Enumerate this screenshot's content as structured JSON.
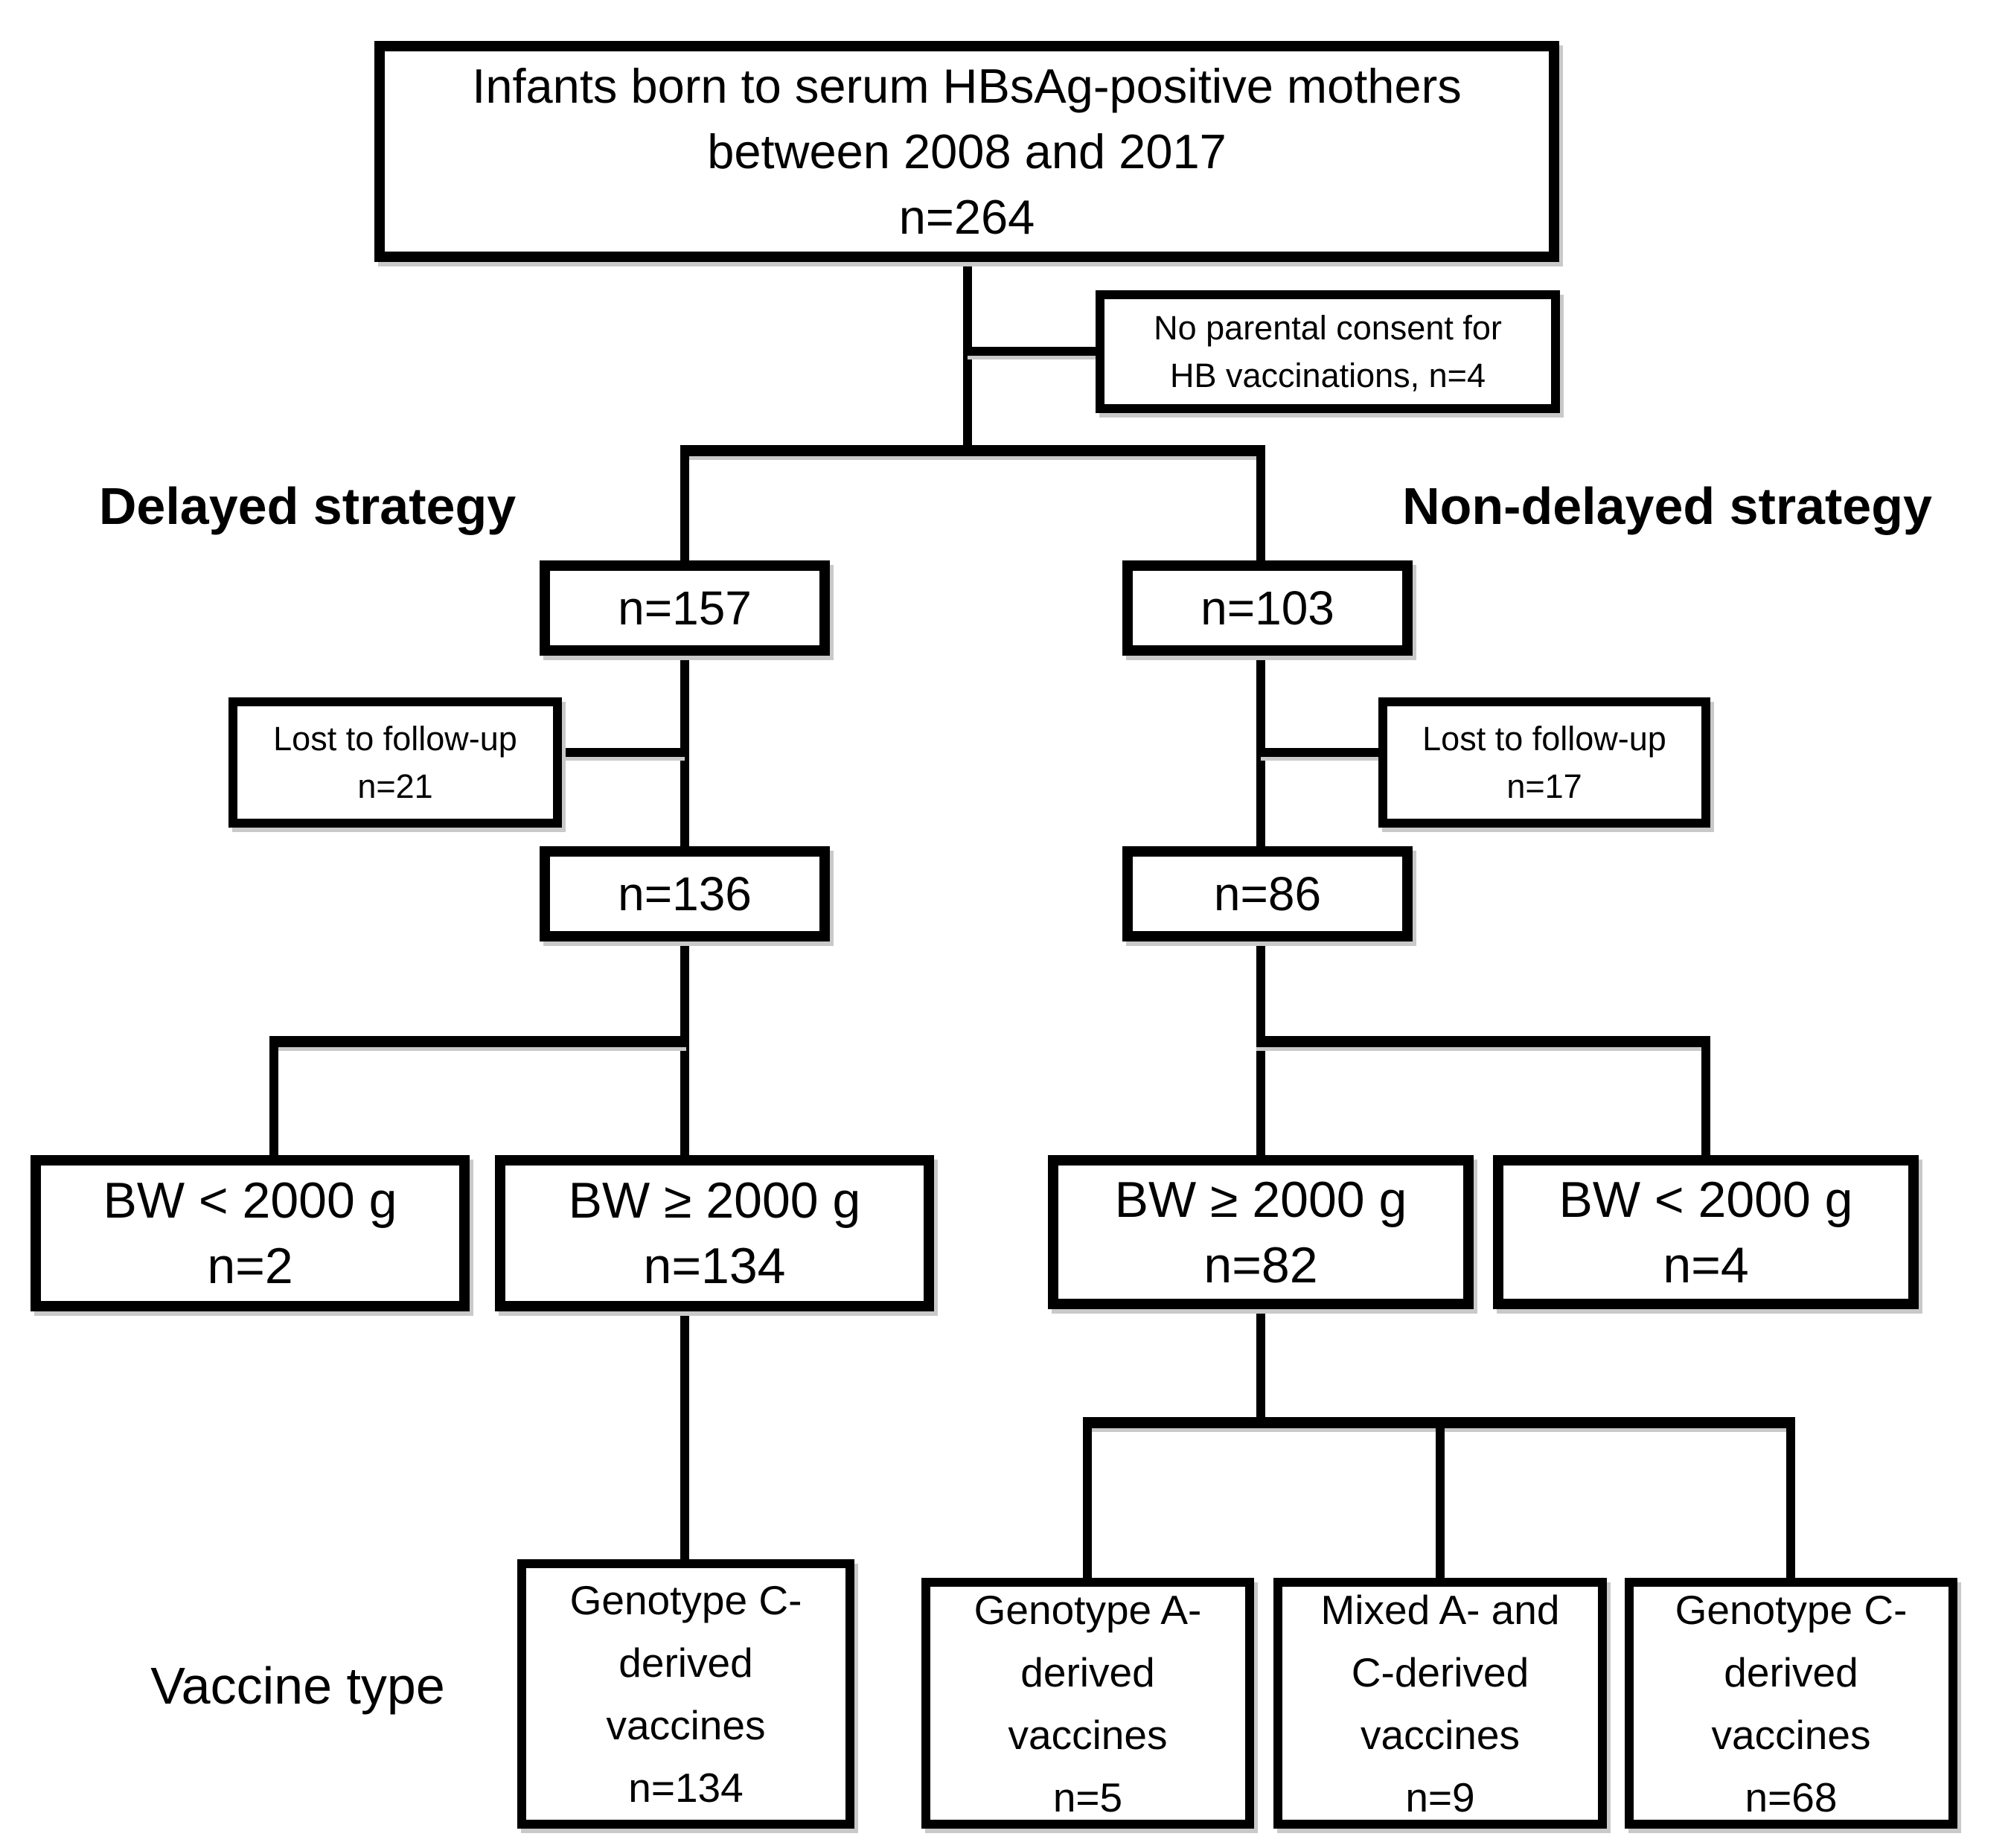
{
  "figure": {
    "root_box": {
      "lines": [
        "Infants born to serum HBsAg-positive mothers",
        "between 2008 and 2017",
        "n=264"
      ]
    },
    "exclusion_box": {
      "lines": [
        "No parental consent for",
        "HB vaccinations, n=4"
      ]
    },
    "strategy_labels": {
      "left": "Delayed strategy",
      "right": "Non-delayed strategy"
    },
    "delayed": {
      "enrolled": "n=157",
      "lost_box": {
        "lines": [
          "Lost to follow-up",
          "n=21"
        ]
      },
      "followed": "n=136",
      "bw_low_box": {
        "lines": [
          "BW < 2000 g",
          "n=2"
        ]
      },
      "bw_high_box": {
        "lines": [
          "BW ≥ 2000 g",
          "n=134"
        ]
      },
      "vaccine_c_box": {
        "lines": [
          "Genotype C-",
          "derived",
          "vaccines",
          "n=134"
        ]
      }
    },
    "non_delayed": {
      "enrolled": "n=103",
      "lost_box": {
        "lines": [
          "Lost to follow-up",
          "n=17"
        ]
      },
      "followed": "n=86",
      "bw_high_box": {
        "lines": [
          "BW ≥ 2000 g",
          "n=82"
        ]
      },
      "bw_low_box": {
        "lines": [
          "BW < 2000 g",
          "n=4"
        ]
      },
      "vaccine_a_box": {
        "lines": [
          "Genotype A-",
          "derived",
          "vaccines",
          "n=5"
        ]
      },
      "vaccine_mixed_box": {
        "lines": [
          "Mixed A- and",
          "C-derived",
          "vaccines",
          "n=9"
        ]
      },
      "vaccine_c_box": {
        "lines": [
          "Genotype C-",
          "derived",
          "vaccines",
          "n=68"
        ]
      }
    },
    "row_label": "Vaccine type"
  }
}
